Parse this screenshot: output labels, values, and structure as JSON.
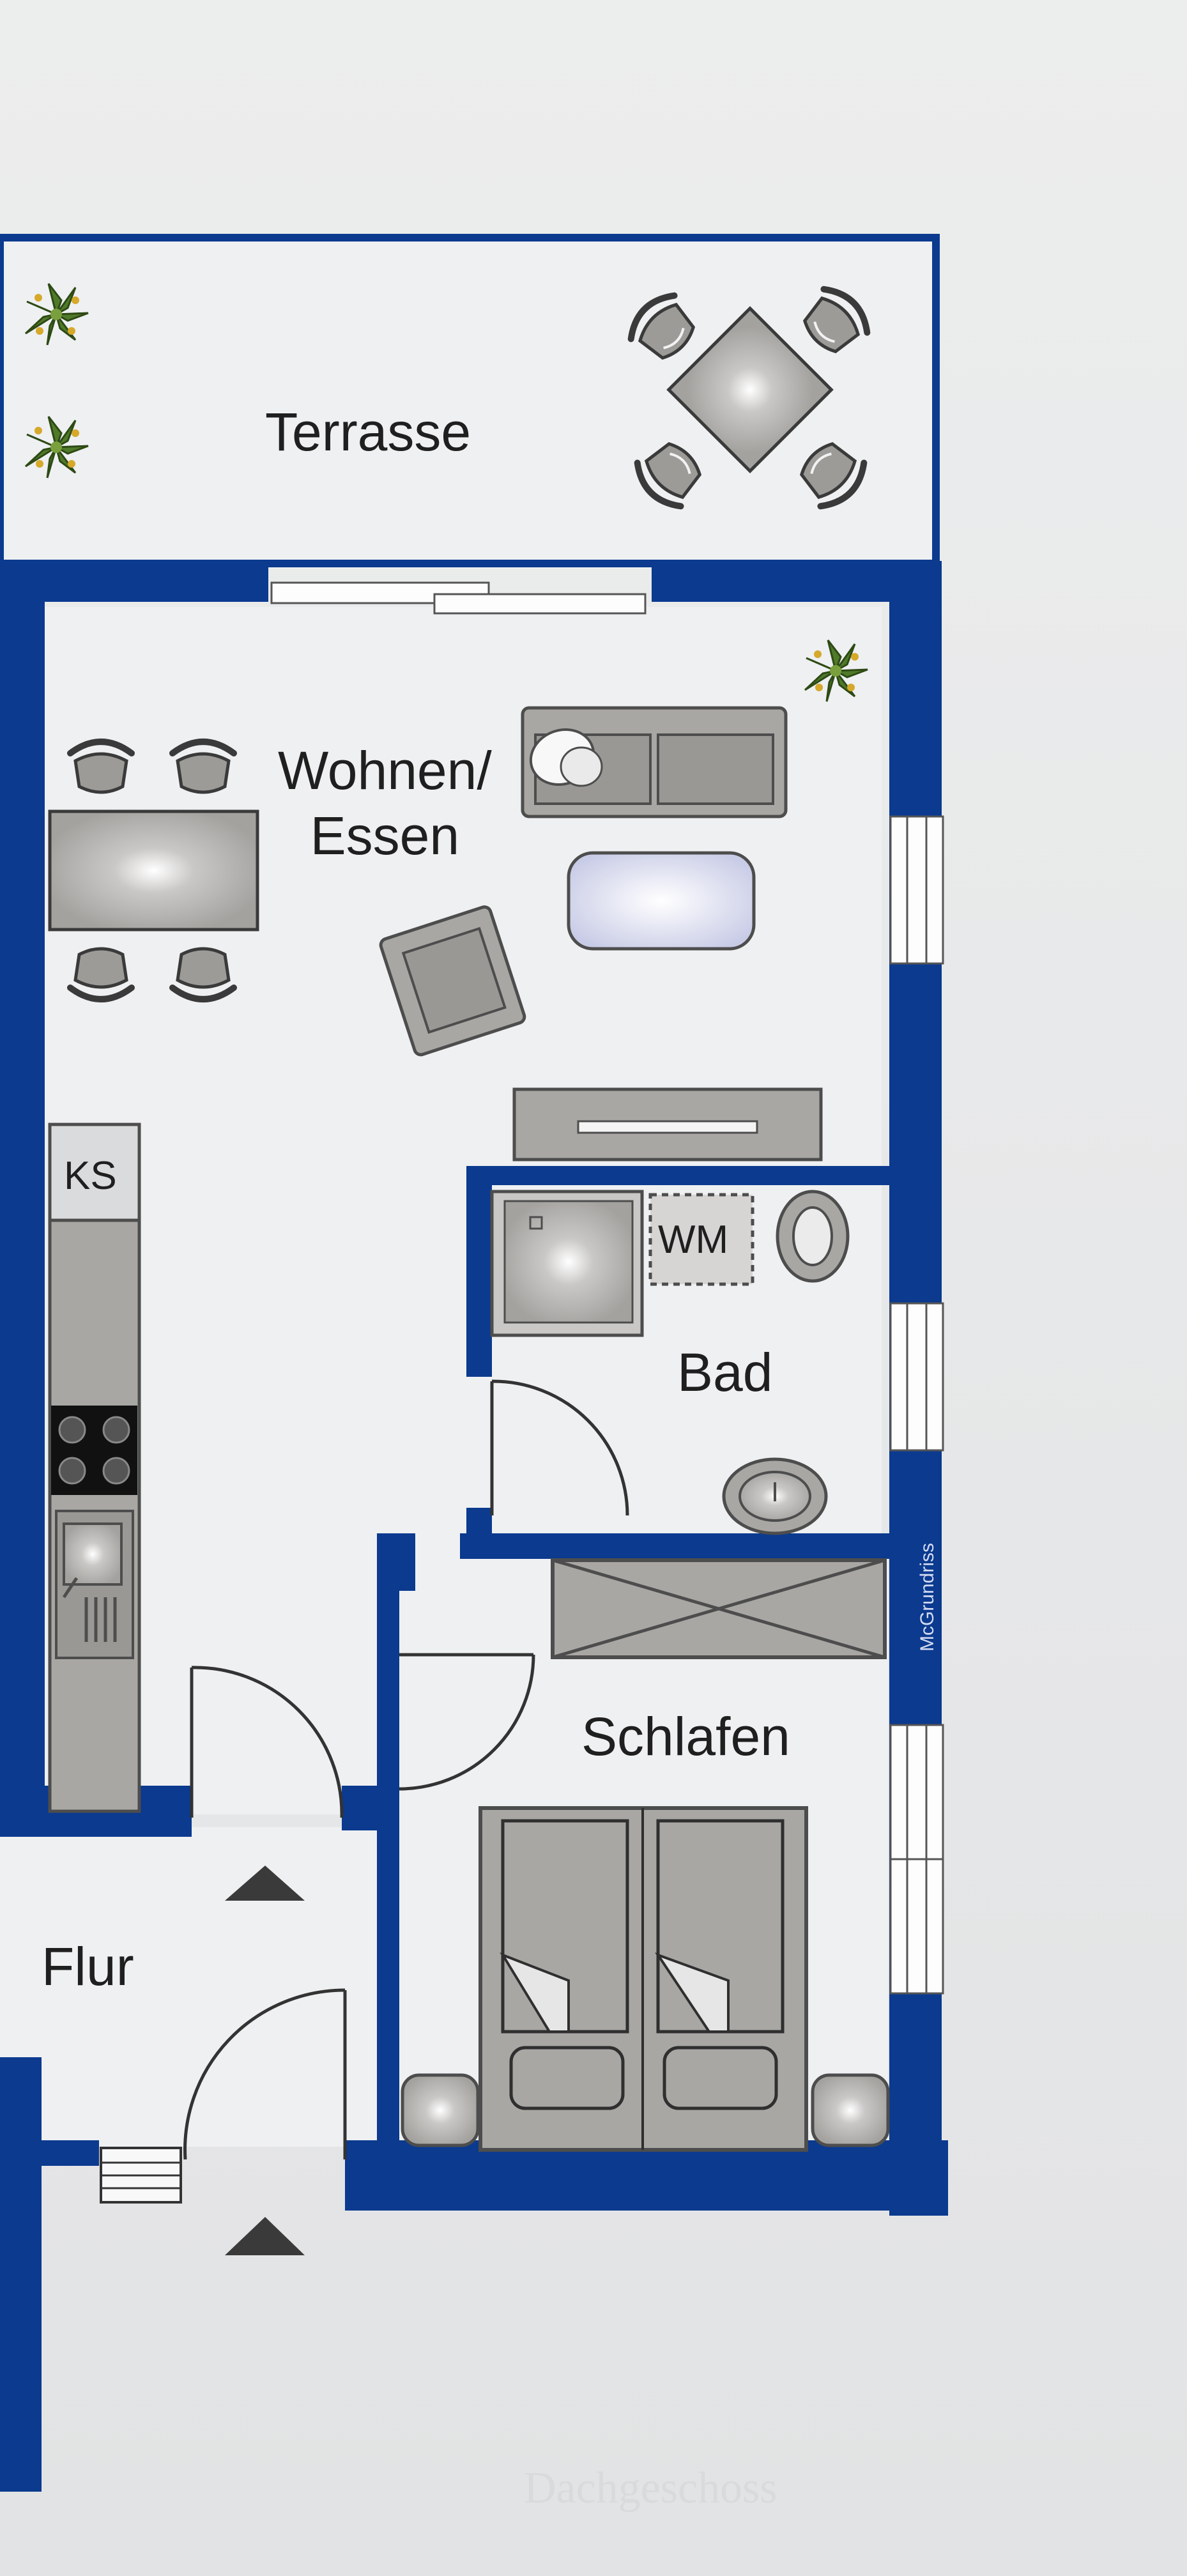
{
  "rooms": {
    "terrasse": "Terrasse",
    "wohnen_line1": "Wohnen/",
    "wohnen_line2": "Essen",
    "bad": "Bad",
    "schlafen": "Schlafen",
    "flur": "Flur"
  },
  "fixtures": {
    "fridge": "KS",
    "washer": "WM"
  },
  "brand": "McGrundriss",
  "footer_caption": "Dachgeschoss",
  "colors": {
    "wall": "#0b3a8f",
    "furniture_fill": "#a9a7a4",
    "furniture_stroke": "#4d4d4d",
    "floor": "#eef0f2",
    "background": "#e8e9ea",
    "plant": "#4f7a2a"
  },
  "icons": [
    "plant-icon",
    "chair-icon",
    "door-swing-icon",
    "entrance-arrow-icon",
    "window-icon",
    "stove-icon",
    "sink-icon",
    "toilet-icon",
    "shower-icon",
    "bed-icon",
    "sofa-icon",
    "armchair-icon",
    "table-icon",
    "tv-board-icon",
    "wardrobe-icon",
    "nightstand-icon",
    "staircase-icon"
  ]
}
